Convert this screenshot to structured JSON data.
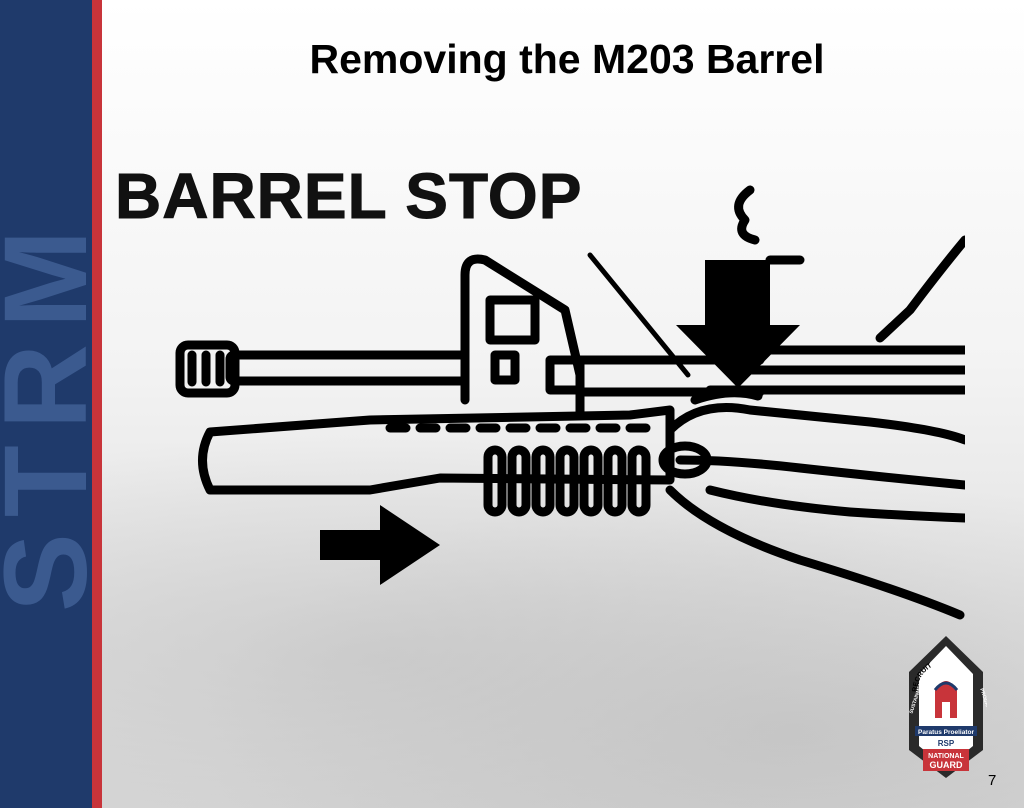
{
  "slide": {
    "title": "Removing the M203 Barrel",
    "page_number": "7",
    "sidebar_logo_text": "STRM"
  },
  "diagram": {
    "label": "BARREL STOP",
    "caption_icons": [
      "downward-arrow-icon",
      "rightward-arrow-icon"
    ]
  },
  "emblem": {
    "texts": [
      "RECRUIT",
      "SUSTAINMENT",
      "PROGRAM",
      "Paratus Proeliator",
      "RSP",
      "NATIONAL",
      "GUARD"
    ]
  },
  "colors": {
    "sidebar_blue": "#1f3a6b",
    "sidebar_red": "#c8343a",
    "emblem_red": "#c8343a",
    "emblem_blue": "#1f3a6b"
  }
}
